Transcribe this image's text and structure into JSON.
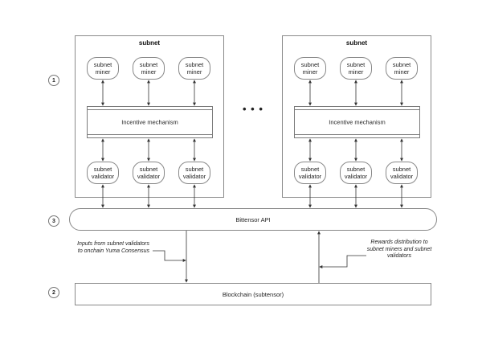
{
  "subnets": [
    {
      "title": "subnet",
      "miners": [
        "subnet\nminer",
        "subnet\nminer",
        "subnet\nminer"
      ],
      "mechanism": "Incentive mechanism",
      "validators": [
        "subnet\nvalidator",
        "subnet\nvalidator",
        "subnet\nvalidator"
      ]
    },
    {
      "title": "subnet",
      "miners": [
        "subnet\nminer",
        "subnet\nminer",
        "subnet\nminer"
      ],
      "mechanism": "Incentive mechanism",
      "validators": [
        "subnet\nvalidator",
        "subnet\nvalidator",
        "subnet\nvalidator"
      ]
    }
  ],
  "ellipsis": "• • •",
  "api": {
    "label": "Bittensor API"
  },
  "blockchain": {
    "label": "Blockchain (subtensor)"
  },
  "steps": {
    "one": "1",
    "two": "2",
    "three": "3"
  },
  "notes": {
    "inputs": "Inputs from subnet validators to onchain Yuma Consensus",
    "rewards": "Rewards distribution to subnet miners and subnet validators"
  }
}
